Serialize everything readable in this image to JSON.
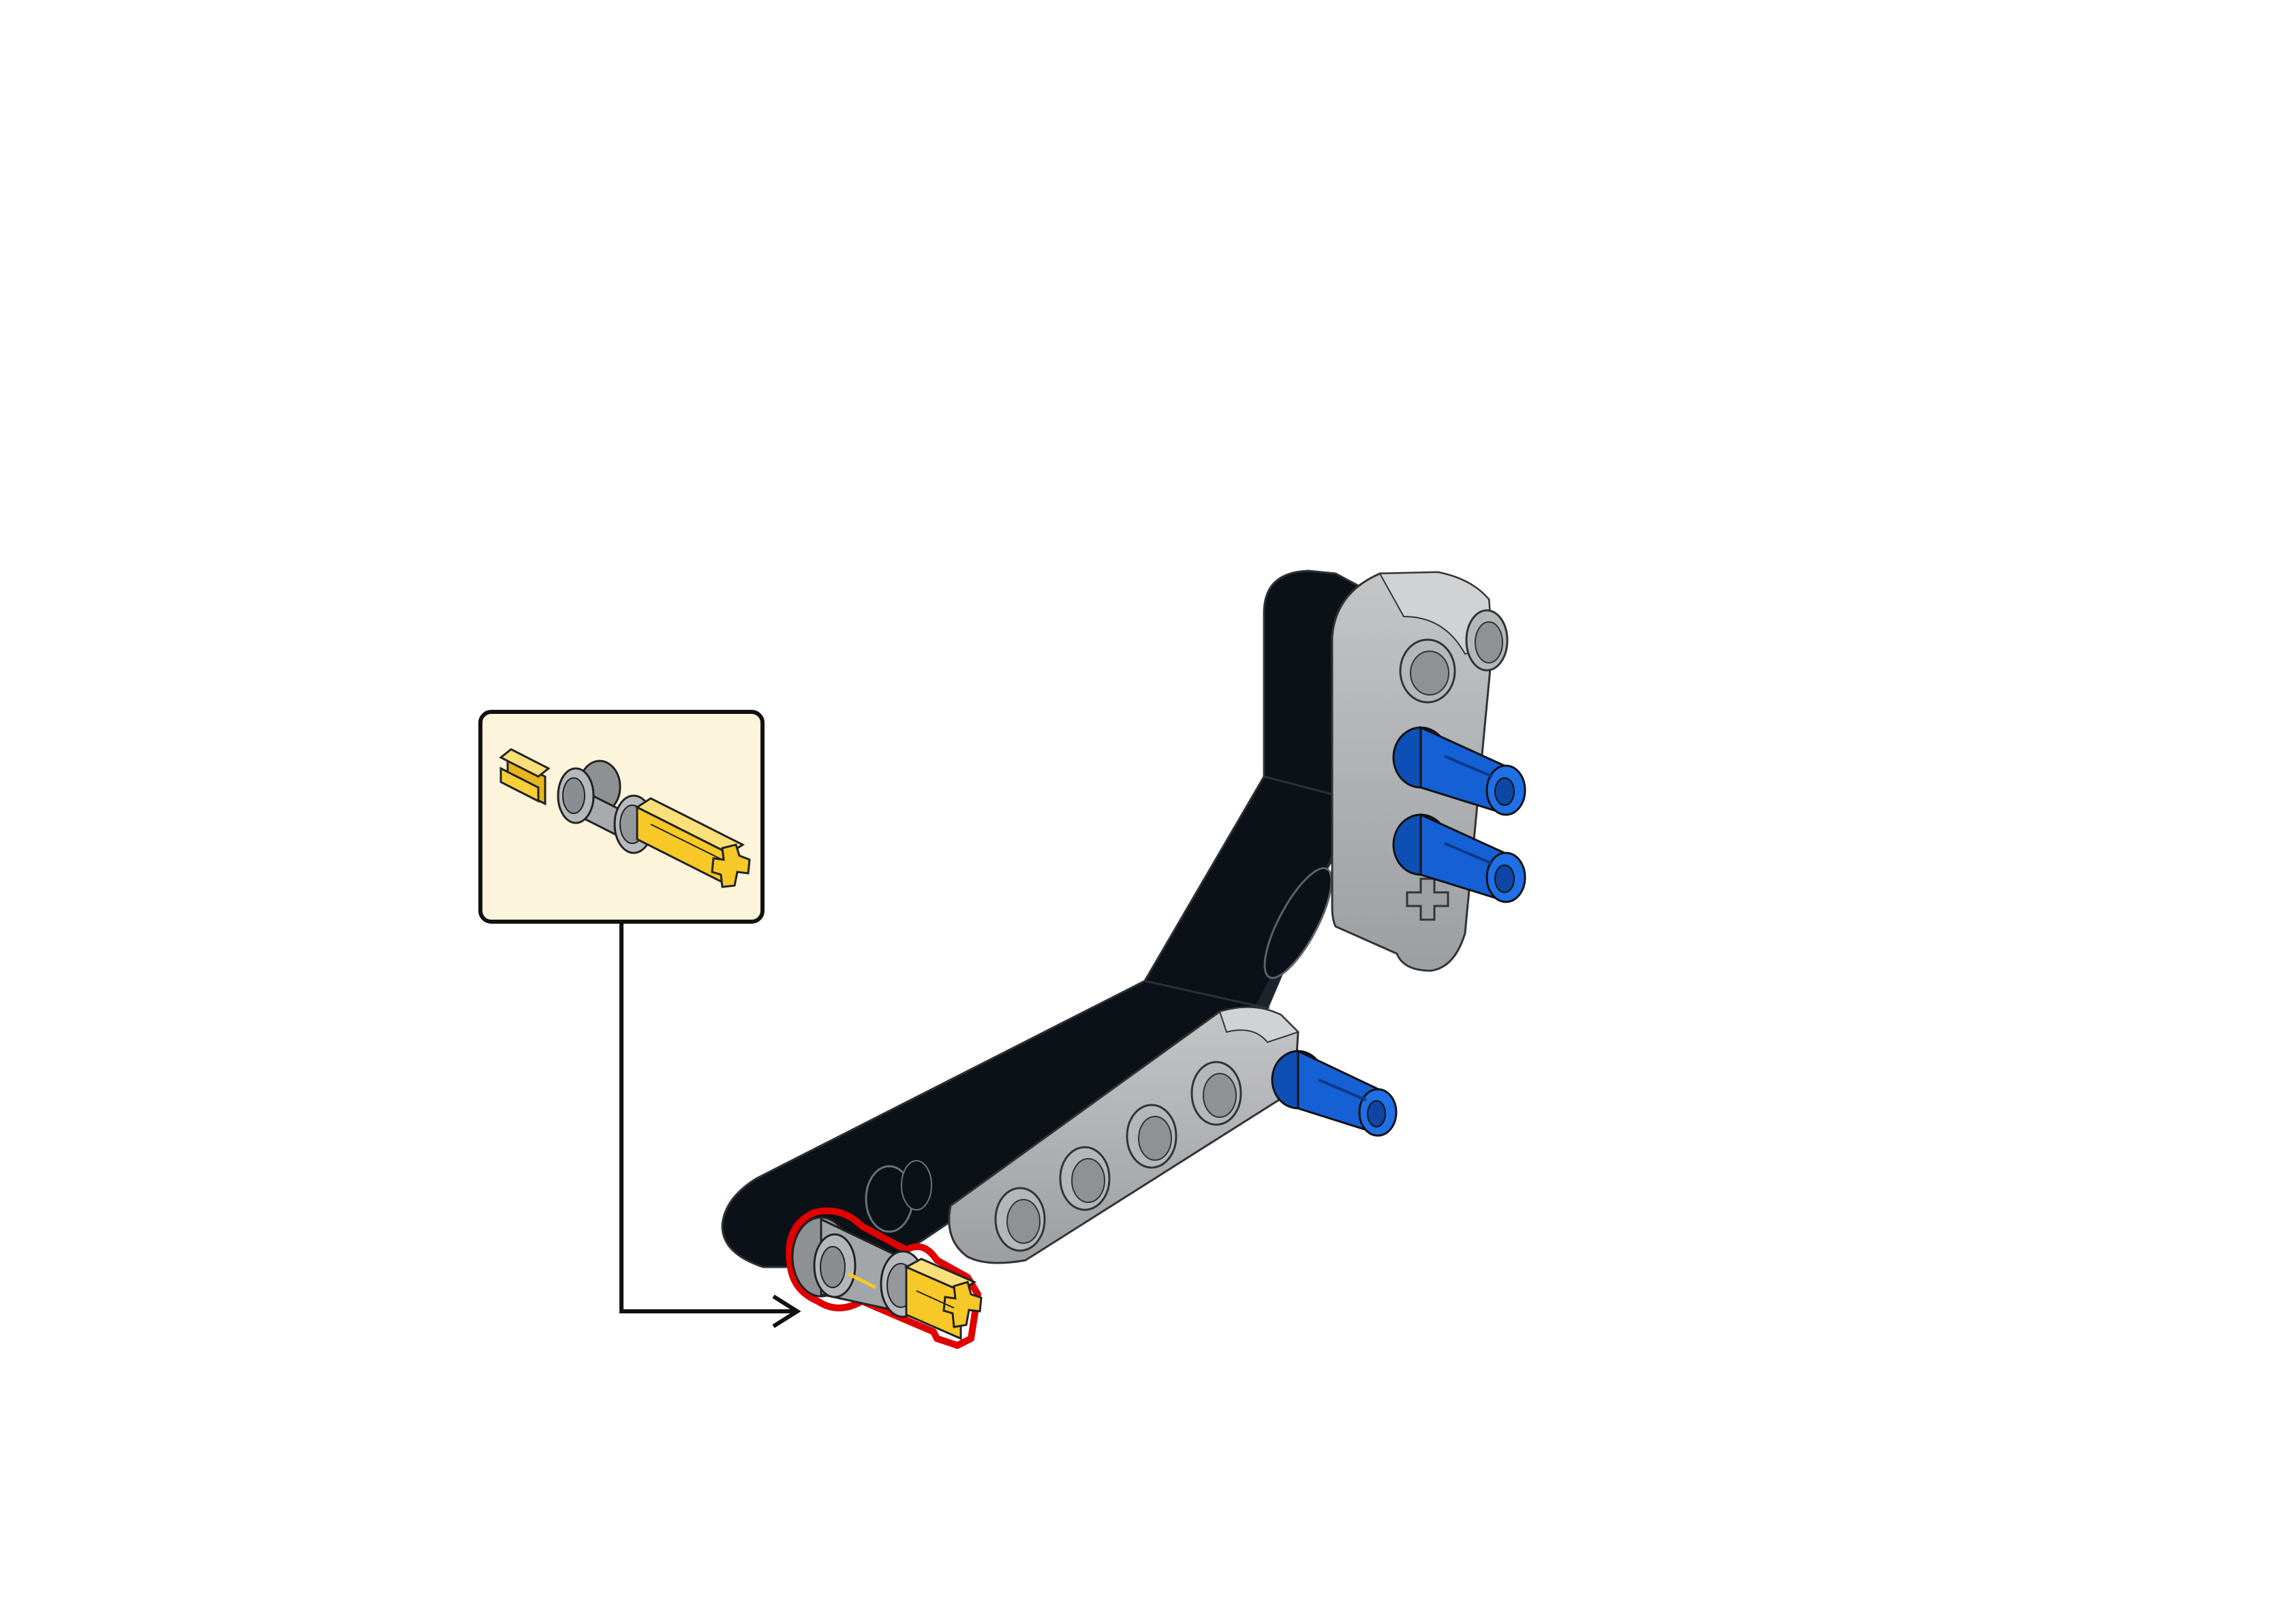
{
  "instruction_step": {
    "callout": {
      "part_name": "axle-pin-with-friction",
      "quantity": 1,
      "background": "#fdf4dc",
      "border": "#111111"
    },
    "colors": {
      "beam_black": "#0b1116",
      "beam_gray": "#a3a6a9",
      "beam_gray_light": "#c2c4c6",
      "pin_blue": "#1560d4",
      "axle_yellow": "#f7c928",
      "pin_gray": "#9fa2a5",
      "highlight": "#e00000"
    },
    "assembly": {
      "parts": [
        "black-bent-liftarm",
        "gray-liftarm-long",
        "gray-liftarm-short",
        "blue-pin-upper",
        "blue-pin-middle",
        "blue-pin-lower",
        "new-axle-pin"
      ]
    }
  }
}
